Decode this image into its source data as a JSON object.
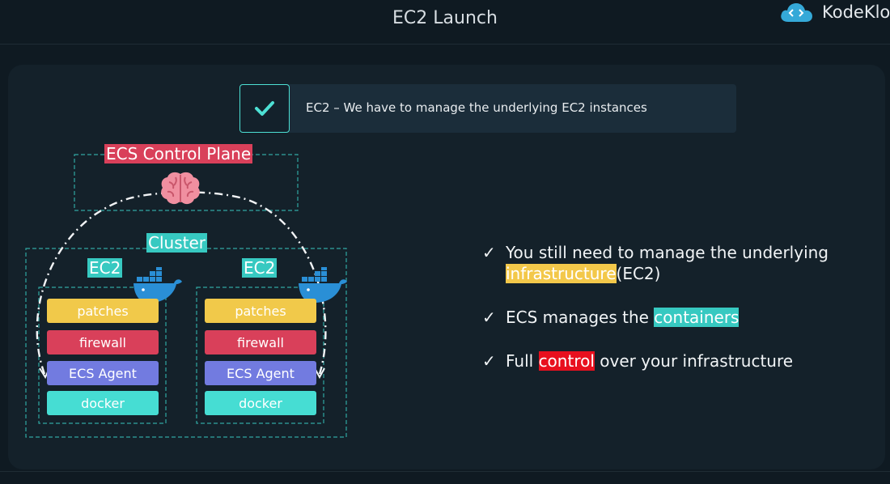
{
  "header": {
    "title": "EC2 Launch",
    "brand_name": "KodeKlo"
  },
  "banner": {
    "text": "EC2 – We have to manage the underlying EC2 instances"
  },
  "diagram": {
    "control_plane_label": "ECS Control Plane",
    "cluster_label": "Cluster",
    "instances": [
      {
        "label": "EC2",
        "layers": [
          "patches",
          "firewall",
          "ECS Agent",
          "docker"
        ]
      },
      {
        "label": "EC2",
        "layers": [
          "patches",
          "firewall",
          "ECS Agent",
          "docker"
        ]
      }
    ]
  },
  "bullets": {
    "check_glyph": "✓",
    "b1": {
      "pre": "You still need to manage the underlying ",
      "highlight": "infrastructure",
      "post": "(EC2)"
    },
    "b2": {
      "pre": "ECS manages the ",
      "highlight": "containers",
      "post": ""
    },
    "b3": {
      "pre": "Full ",
      "highlight": "control",
      "post": " over your infrastructure"
    }
  },
  "colors": {
    "background": "#0f1a22",
    "panel": "#14212a",
    "accent_teal": "#37c9c1",
    "patches": "#f1c94a",
    "firewall": "#d9405a",
    "ecs_agent": "#727be0",
    "docker": "#46ddd3",
    "highlight_red": "#e8101e"
  },
  "icons": [
    "kodekloud-cloud-icon",
    "check-icon",
    "brain-icon",
    "docker-whale-icon"
  ]
}
